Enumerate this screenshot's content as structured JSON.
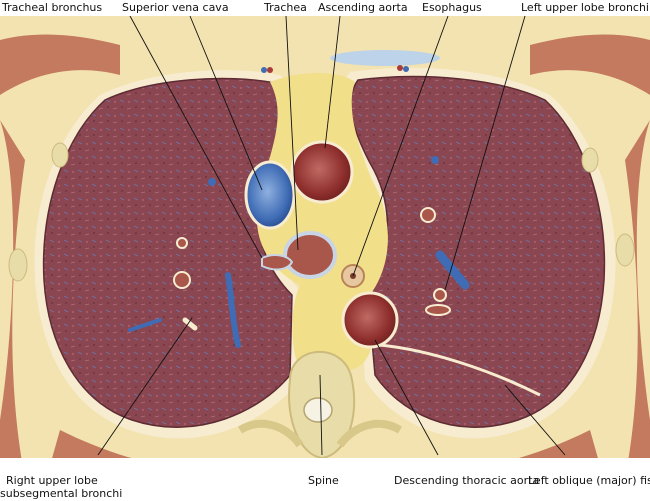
{
  "labels": {
    "tracheal_bronchus": "Tracheal bronchus",
    "superior_vena_cava": "Superior vena cava",
    "trachea": "Trachea",
    "ascending_aorta": "Ascending aorta",
    "esophagus": "Esophagus",
    "left_upper_lobe_bronchi": "Left upper lobe bronchi",
    "right_upper_lobe_line1": "Right upper lobe",
    "right_upper_lobe_line2": "subsegmental bronchi",
    "spine": "Spine",
    "descending_thoracic_aorta": "Descending thoracic aorta",
    "left_oblique_fissure": "Left oblique (major) fissure"
  },
  "colors": {
    "lung": "#8a4651",
    "mediastinal_fat": "#f2df8a",
    "muscle": "#c47a5e",
    "vein": "#3f6cb5",
    "artery": "#a83c3a",
    "bone": "#e8dca8",
    "skin": "#f3e3b0"
  }
}
